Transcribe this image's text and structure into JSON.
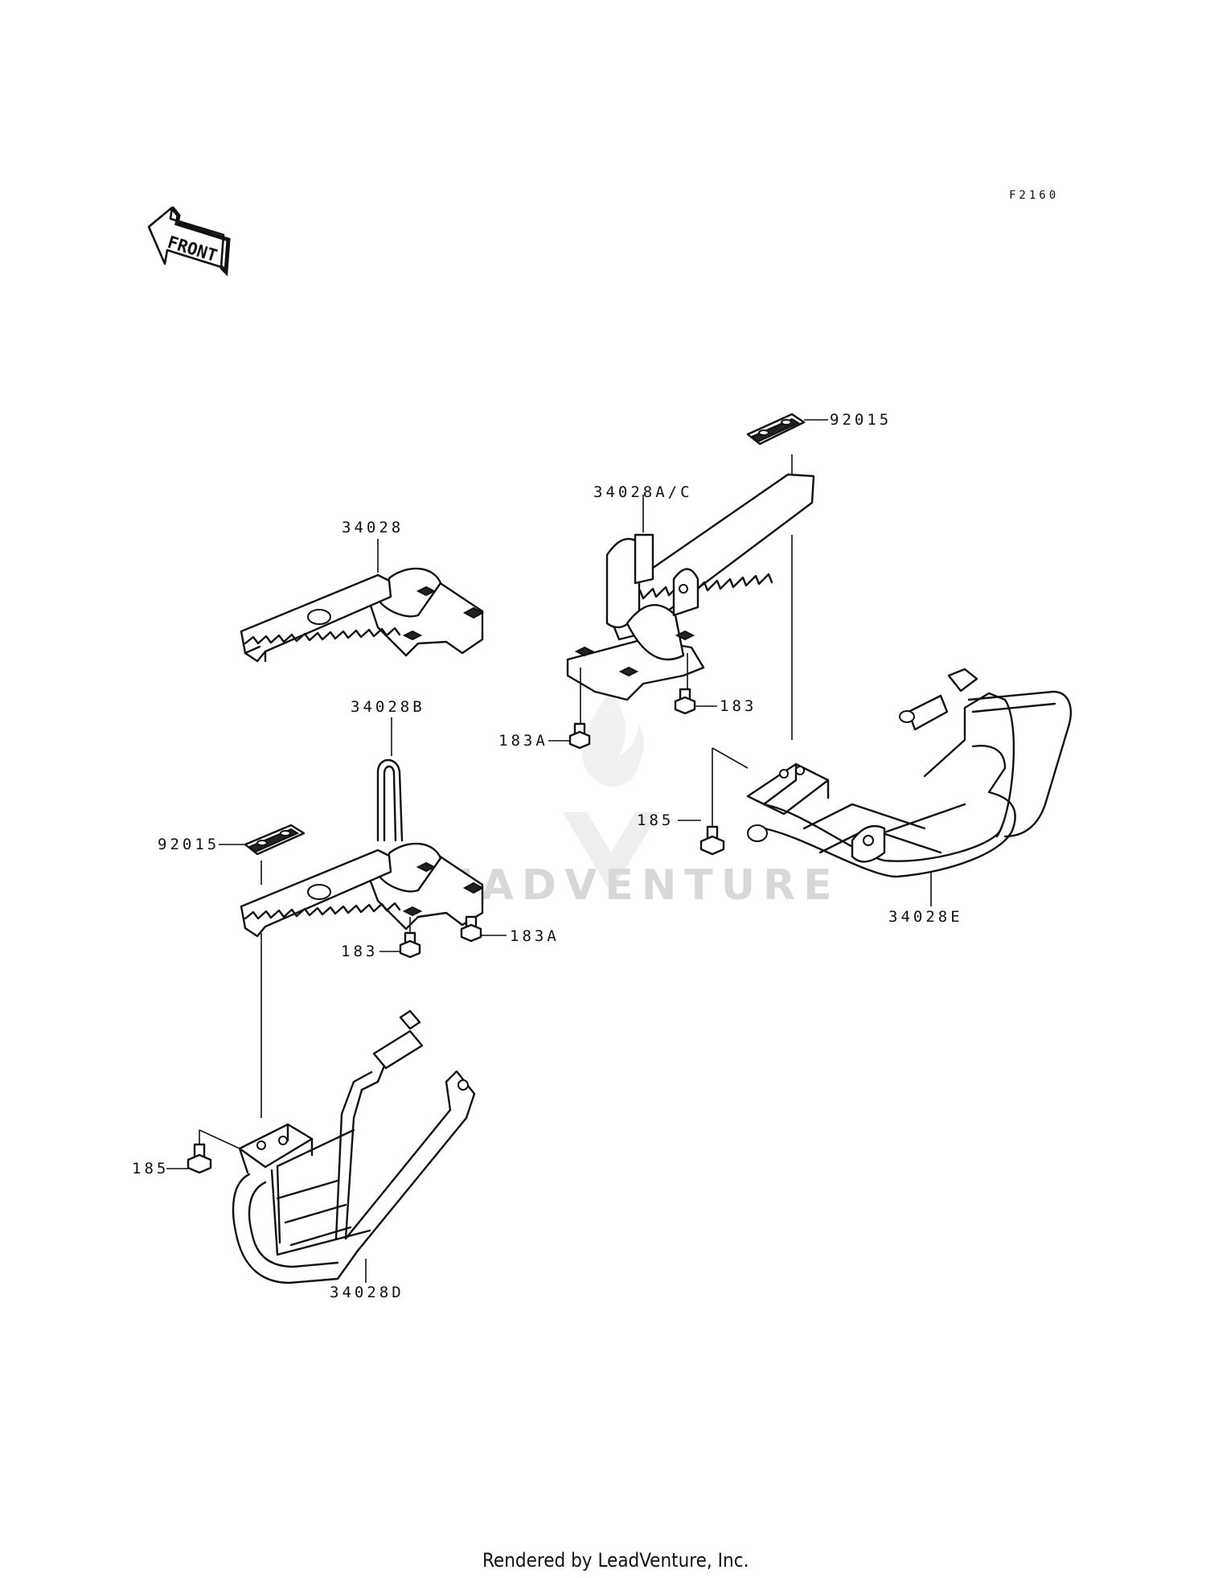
{
  "diagram_code": "F2160",
  "front_arrow_text": "FRONT",
  "watermark": "LEADVENTURE",
  "footer": "Rendered by LeadVenture, Inc.",
  "labels": {
    "l_34028": "34028",
    "l_34028ac": "34028A/C",
    "l_92015_top": "92015",
    "l_183_right": "183",
    "l_183a_mid": "183A",
    "l_34028b": "34028B",
    "l_92015_left": "92015",
    "l_185_mid": "185",
    "l_34028e": "34028E",
    "l_183_left": "183",
    "l_183a_left": "183A",
    "l_185_bottom": "185",
    "l_34028d": "34028D"
  }
}
